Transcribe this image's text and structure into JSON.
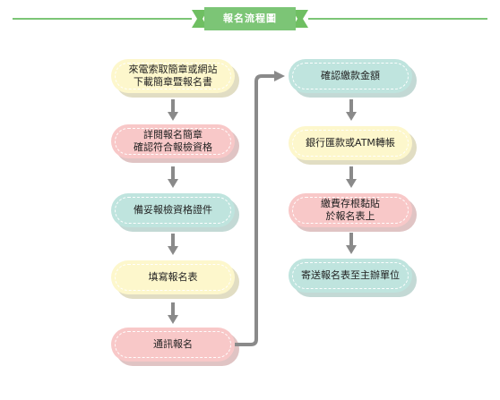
{
  "title": "報名流程圖",
  "left_steps": [
    "來電索取簡章或網站\n下載簡章暨報名書",
    "詳閱報名簡章\n確認符合報檢資格",
    "備妥報檢資格證件",
    "填寫報名表",
    "通訊報名"
  ],
  "right_steps": [
    "確認繳款金額",
    "銀行匯款或ATM轉帳",
    "繳費存根黏貼\n於報名表上",
    "寄送報名表至主辦單位"
  ],
  "colors": {
    "green": "#7cc576",
    "yellow": "#fdf7cc",
    "pink": "#f8c8c8",
    "teal": "#bfe4de",
    "arrow": "#8a8a8a"
  }
}
